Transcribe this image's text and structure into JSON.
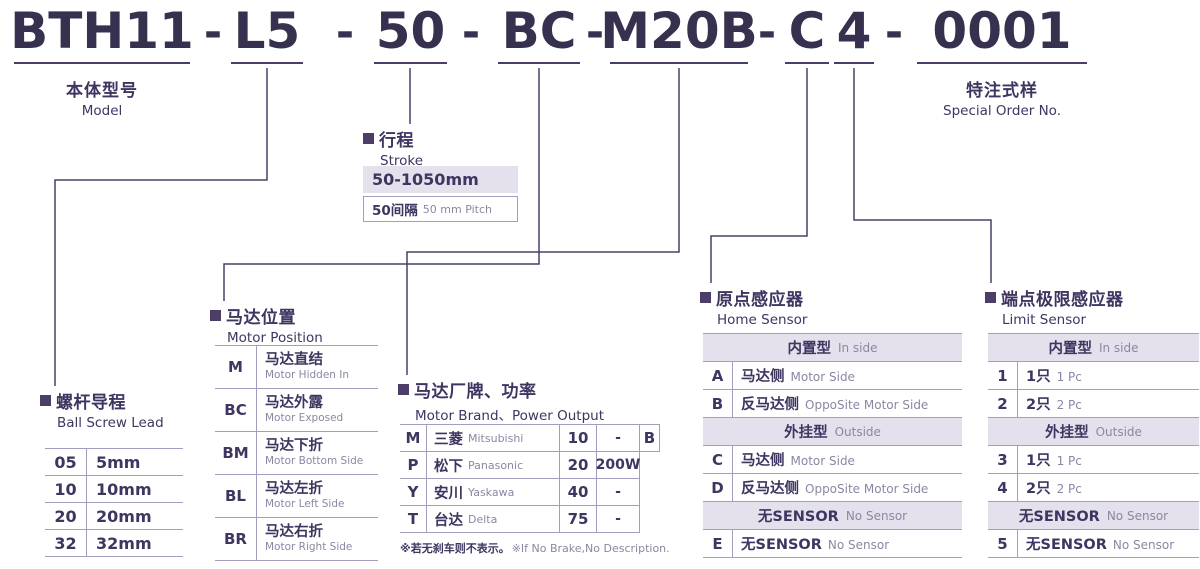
{
  "colors": {
    "ink": "#37304f",
    "ink2": "#3f3560",
    "accent": "#4c3e68",
    "muted": "#8b87a3",
    "hdrbg": "#e4e1ec",
    "rule": "#a59dbd"
  },
  "model_code": {
    "hyphen": "-",
    "segments": {
      "model": "BTH11",
      "lead": "L5",
      "stroke": "50",
      "motor_position": "BC",
      "motor_brand": "M20B",
      "home_sensor": "C",
      "limit_sensor": "4",
      "special": "0001"
    }
  },
  "model_label": {
    "zh": "本体型号",
    "en": "Model"
  },
  "special_label": {
    "zh": "特注式样",
    "en": "Special Order No."
  },
  "stroke": {
    "title_zh": "行程",
    "title_en": "Stroke",
    "range": "50-1050mm",
    "pitch_zh": "50间隔",
    "pitch_en": "50 mm Pitch"
  },
  "ball_screw_lead": {
    "title_zh": "螺杆导程",
    "title_en": "Ball Screw Lead",
    "rows": [
      {
        "code": "05",
        "value": "5mm"
      },
      {
        "code": "10",
        "value": "10mm"
      },
      {
        "code": "20",
        "value": "20mm"
      },
      {
        "code": "32",
        "value": "32mm"
      }
    ]
  },
  "motor_position": {
    "title_zh": "马达位置",
    "title_en": "Motor Position",
    "rows": [
      {
        "code": "M",
        "zh": "马达直结",
        "en": "Motor Hidden In"
      },
      {
        "code": "BC",
        "zh": "马达外露",
        "en": "Motor Exposed"
      },
      {
        "code": "BM",
        "zh": "马达下折",
        "en": "Motor Bottom Side"
      },
      {
        "code": "BL",
        "zh": "马达左折",
        "en": "Motor Left Side"
      },
      {
        "code": "BR",
        "zh": "马达右折",
        "en": "Motor Right Side"
      }
    ]
  },
  "motor_brand": {
    "title_zh": "马达厂牌、功率",
    "title_en": "Motor Brand、Power Output",
    "rows": [
      {
        "code": "M",
        "zh": "三菱",
        "en": "Mitsubishi",
        "power_code": "10",
        "power": "-",
        "brake": "B"
      },
      {
        "code": "P",
        "zh": "松下",
        "en": "Panasonic",
        "power_code": "20",
        "power": "200W",
        "brake": ""
      },
      {
        "code": "Y",
        "zh": "安川",
        "en": "Yaskawa",
        "power_code": "40",
        "power": "-",
        "brake": ""
      },
      {
        "code": "T",
        "zh": "台达",
        "en": "Delta",
        "power_code": "75",
        "power": "-",
        "brake": ""
      }
    ],
    "note_zh": "※若无刹车则不表示。",
    "note_en": "※If No Brake,No Description."
  },
  "home_sensor": {
    "title_zh": "原点感应器",
    "title_en": "Home Sensor",
    "rows": [
      {
        "type": "header",
        "zh": "内置型",
        "en": "In side"
      },
      {
        "type": "item",
        "code": "A",
        "zh": "马达侧",
        "en": "Motor Side"
      },
      {
        "type": "item",
        "code": "B",
        "zh": "反马达侧",
        "en": "OppoSite Motor Side"
      },
      {
        "type": "header",
        "zh": "外挂型",
        "en": "Outside"
      },
      {
        "type": "item",
        "code": "C",
        "zh": "马达侧",
        "en": "Motor Side"
      },
      {
        "type": "item",
        "code": "D",
        "zh": "反马达侧",
        "en": "OppoSite Motor Side"
      },
      {
        "type": "header",
        "zh": "无SENSOR",
        "en": "No Sensor"
      },
      {
        "type": "item",
        "code": "E",
        "zh": "无SENSOR",
        "en": "No Sensor"
      }
    ]
  },
  "limit_sensor": {
    "title_zh": "端点极限感应器",
    "title_en": "Limit Sensor",
    "rows": [
      {
        "type": "header",
        "zh": "内置型",
        "en": "In side"
      },
      {
        "type": "item",
        "code": "1",
        "zh": "1只",
        "en": "1 Pc"
      },
      {
        "type": "item",
        "code": "2",
        "zh": "2只",
        "en": "2 Pc"
      },
      {
        "type": "header",
        "zh": "外挂型",
        "en": "Outside"
      },
      {
        "type": "item",
        "code": "3",
        "zh": "1只",
        "en": "1 Pc"
      },
      {
        "type": "item",
        "code": "4",
        "zh": "2只",
        "en": "2 Pc"
      },
      {
        "type": "header",
        "zh": "无SENSOR",
        "en": "No Sensor"
      },
      {
        "type": "item",
        "code": "5",
        "zh": "无SENSOR",
        "en": "No Sensor"
      }
    ]
  }
}
